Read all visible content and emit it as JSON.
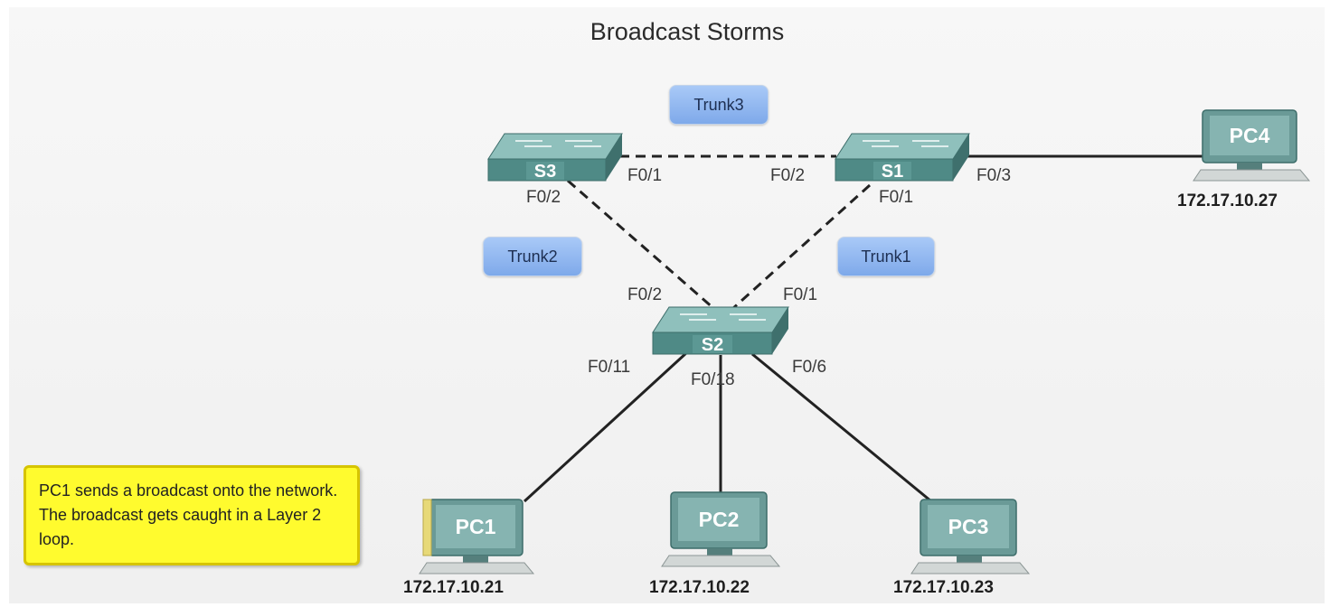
{
  "title": "Broadcast Storms",
  "switches": [
    {
      "id": "S3",
      "label": "S3"
    },
    {
      "id": "S1",
      "label": "S1"
    },
    {
      "id": "S2",
      "label": "S2"
    }
  ],
  "pcs": [
    {
      "id": "PC1",
      "label": "PC1",
      "ip": "172.17.10.21"
    },
    {
      "id": "PC2",
      "label": "PC2",
      "ip": "172.17.10.22"
    },
    {
      "id": "PC3",
      "label": "PC3",
      "ip": "172.17.10.23"
    },
    {
      "id": "PC4",
      "label": "PC4",
      "ip": "172.17.10.27"
    }
  ],
  "trunks": {
    "trunk1": "Trunk1",
    "trunk2": "Trunk2",
    "trunk3": "Trunk3"
  },
  "ports": {
    "s3_f01": "F0/1",
    "s3_f02": "F0/2",
    "s1_f02": "F0/2",
    "s1_f01": "F0/1",
    "s1_f03": "F0/3",
    "s2_f02": "F0/2",
    "s2_f01": "F0/1",
    "s2_f011": "F0/11",
    "s2_f018": "F0/18",
    "s2_f06": "F0/6"
  },
  "callout": "PC1 sends a broadcast onto the network. The broadcast gets caught in a Layer 2 loop.",
  "colors": {
    "switch": "#4f8a86",
    "switch_top": "#7fb2ae",
    "pc": "#5e8f8c",
    "trunk": "#8fb6f0",
    "callout": "#fffb2e"
  }
}
